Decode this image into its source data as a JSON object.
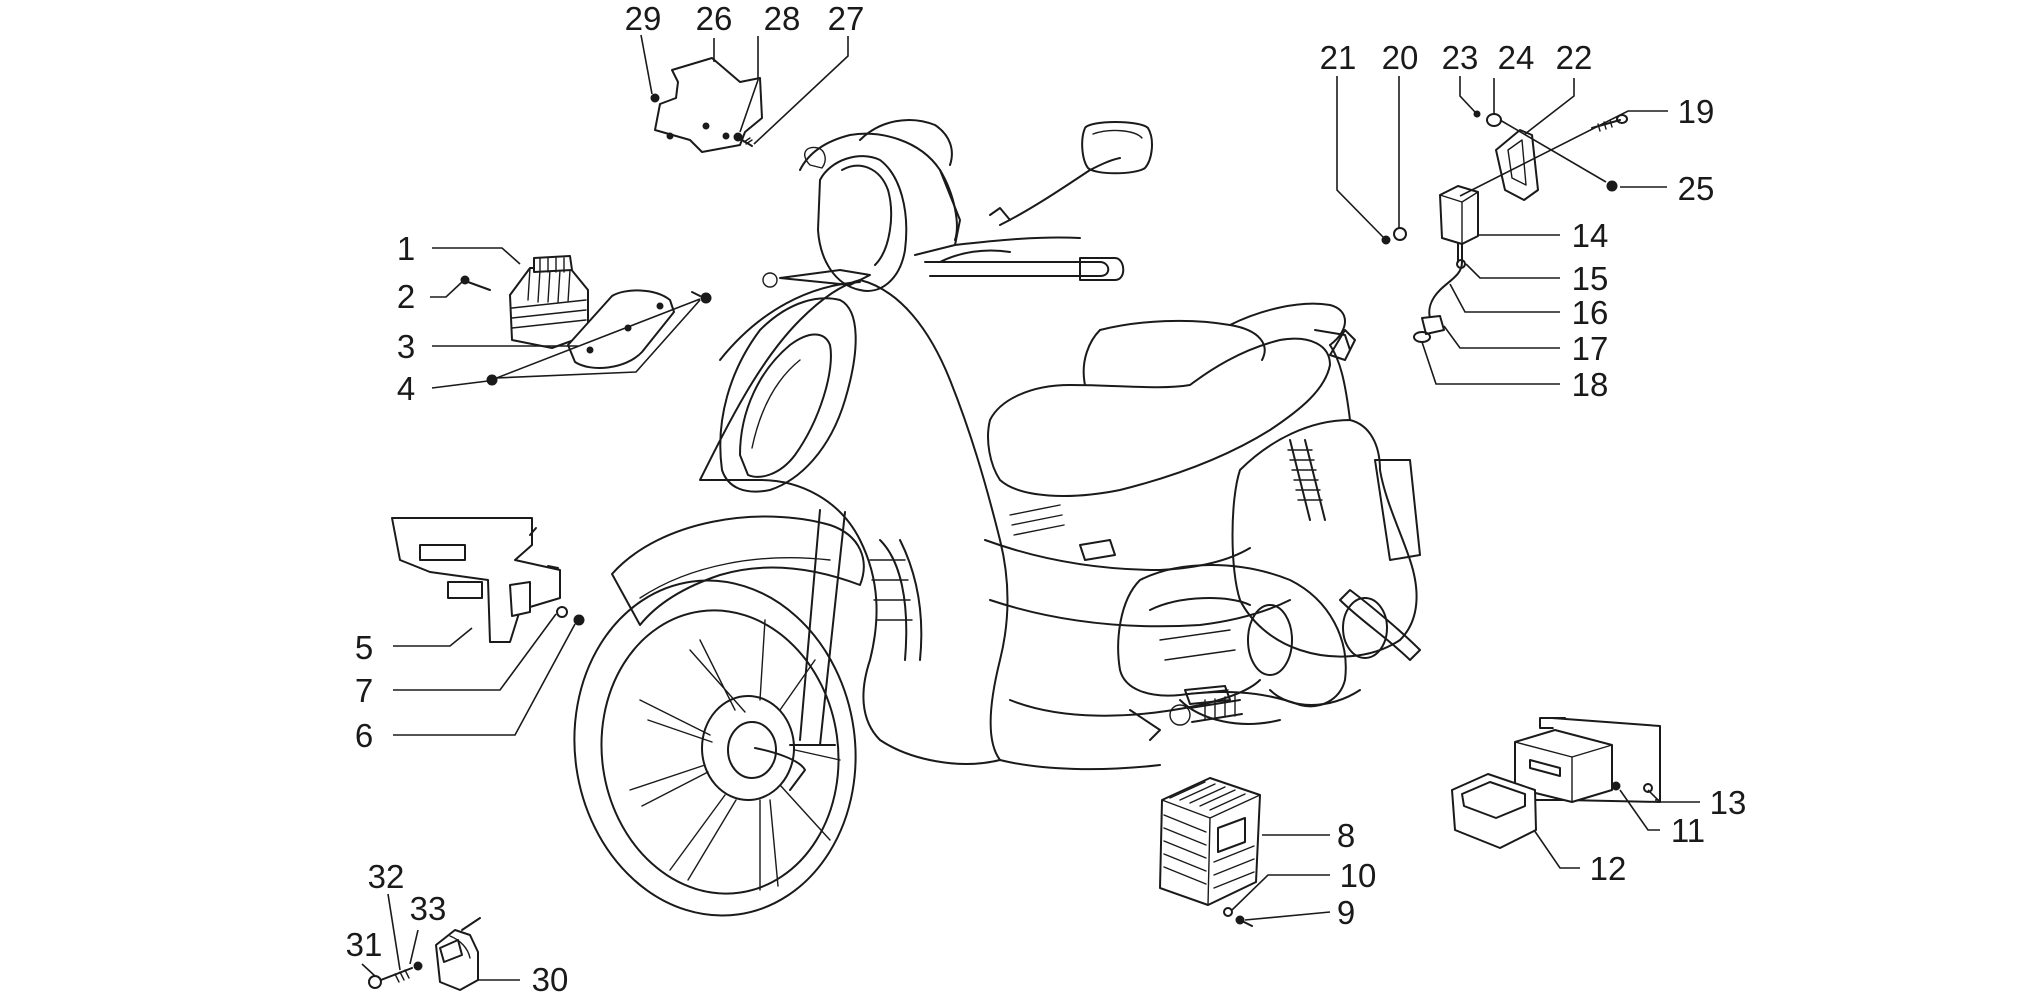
{
  "callouts": [
    {
      "id": "1",
      "text": "1"
    },
    {
      "id": "2",
      "text": "2"
    },
    {
      "id": "3",
      "text": "3"
    },
    {
      "id": "4",
      "text": "4"
    },
    {
      "id": "5",
      "text": "5"
    },
    {
      "id": "6",
      "text": "6"
    },
    {
      "id": "7",
      "text": "7"
    },
    {
      "id": "8",
      "text": "8"
    },
    {
      "id": "9",
      "text": "9"
    },
    {
      "id": "10",
      "text": "10"
    },
    {
      "id": "11",
      "text": "11"
    },
    {
      "id": "12",
      "text": "12"
    },
    {
      "id": "13",
      "text": "13"
    },
    {
      "id": "14",
      "text": "14"
    },
    {
      "id": "15",
      "text": "15"
    },
    {
      "id": "16",
      "text": "16"
    },
    {
      "id": "17",
      "text": "17"
    },
    {
      "id": "18",
      "text": "18"
    },
    {
      "id": "19",
      "text": "19"
    },
    {
      "id": "20",
      "text": "20"
    },
    {
      "id": "21",
      "text": "21"
    },
    {
      "id": "22",
      "text": "22"
    },
    {
      "id": "23",
      "text": "23"
    },
    {
      "id": "24",
      "text": "24"
    },
    {
      "id": "25",
      "text": "25"
    },
    {
      "id": "26",
      "text": "26"
    },
    {
      "id": "27",
      "text": "27"
    },
    {
      "id": "28",
      "text": "28"
    },
    {
      "id": "29",
      "text": "29"
    },
    {
      "id": "30",
      "text": "30"
    },
    {
      "id": "31",
      "text": "31"
    },
    {
      "id": "32",
      "text": "32"
    },
    {
      "id": "33",
      "text": "33"
    }
  ]
}
